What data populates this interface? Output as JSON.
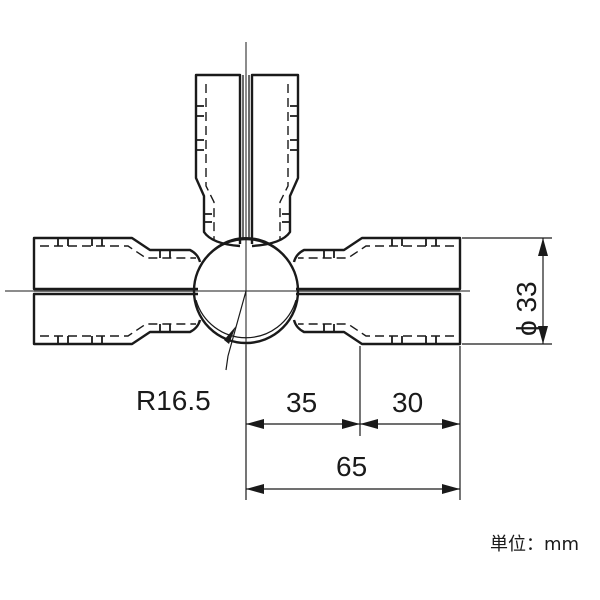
{
  "dimensions": {
    "diameter": "ϕ 33",
    "radius": "R16.5",
    "left_span": "35",
    "right_span": "30",
    "total_span": "65"
  },
  "unit_label": "単位：mm"
}
